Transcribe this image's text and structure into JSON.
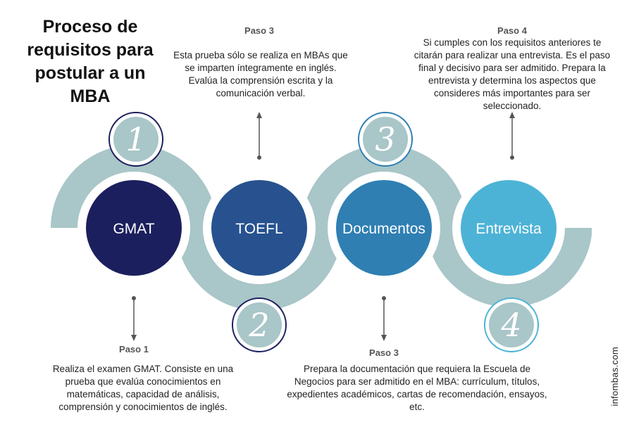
{
  "title": "Proceso de requisitos para postular a un MBA",
  "steps": [
    {
      "number": "1",
      "name": "GMAT",
      "step_label": "Paso 1",
      "description": "Realiza el examen GMAT. Consiste en una prueba que evalúa conocimientos en matemáticas, capacidad de análisis, comprensión y conocimientos  de inglés.",
      "color": "#1c1f5e"
    },
    {
      "number": "2",
      "name": "TOEFL",
      "step_label": "Paso 3",
      "description": "Esta prueba sólo se realiza en MBAs que se imparten íntegramente en inglés. Evalúa la comprensión escrita y la comunicación verbal.",
      "color": "#27528f"
    },
    {
      "number": "3",
      "name": "Documentos",
      "step_label": "Paso 3",
      "description": "Prepara la documentación que requiera la Escuela de Negocios para ser admitido en el MBA: currículum, títulos, expedientes académicos,  cartas de recomendación, ensayos, etc.",
      "color": "#2f7fb3"
    },
    {
      "number": "4",
      "name": "Entrevista",
      "step_label": "Paso 4",
      "description": "Si cumples con los requisitos anteriores te citarán para realizar una entrevista. Es el paso final y decisivo para ser admitido. Prepara la entrevista y determina los aspectos que consideres más importantes para ser seleccionado.",
      "color": "#4db3d6"
    }
  ],
  "colors": {
    "band": "#a9c6c8",
    "badge": "#a9c6c8",
    "arrow": "#555555"
  },
  "watermark": "infombas.com"
}
